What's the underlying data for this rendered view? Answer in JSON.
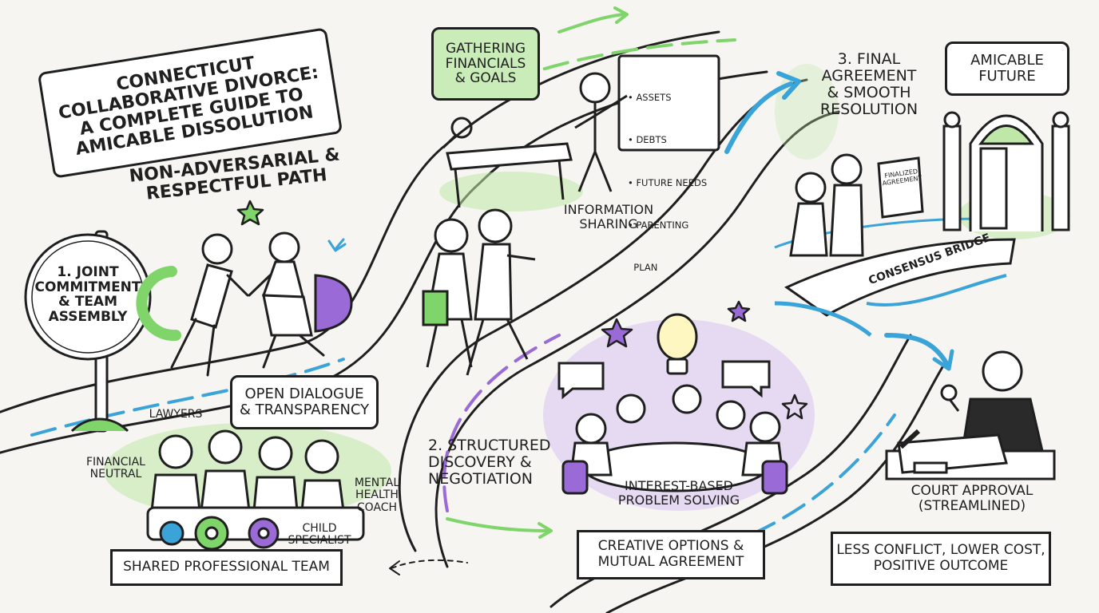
{
  "title_banner": {
    "lines": [
      "CONNECTICUT",
      "COLLABORATIVE DIVORCE:",
      "A COMPLETE GUIDE TO",
      "AMICABLE DISSOLUTION"
    ]
  },
  "subtitle": {
    "lines": [
      "NON-ADVERSARIAL &",
      "RESPECTFUL PATH"
    ]
  },
  "step1": {
    "sign_lines": [
      "1. JOINT",
      "COMMITMENT",
      "& TEAM",
      "ASSEMBLY"
    ],
    "letter_c": "C",
    "letter_d": "D"
  },
  "team": {
    "speech_lines": [
      "OPEN DIALOGUE",
      "& TRANSPARENCY"
    ],
    "lawyers": "LAWYERS",
    "financial_neutral": [
      "FINANCIAL",
      "NEUTRAL"
    ],
    "mental_health_coach": [
      "MENTAL",
      "HEALTH",
      "COACH"
    ],
    "child_specialist": [
      "CHILD",
      "SPECIALIST"
    ],
    "ribbon": "SHARED PROFESSIONAL TEAM"
  },
  "gathering": {
    "bubble_lines": [
      "GATHERING",
      "FINANCIALS",
      "& GOALS"
    ],
    "whiteboard_items": [
      "• ASSETS",
      "• DEBTS",
      "• FUTURE NEEDS",
      "• PARENTING",
      "  PLAN"
    ],
    "info_sharing": [
      "INFORMATION",
      "SHARING"
    ]
  },
  "step2": {
    "label_lines": [
      "2. STRUCTURED",
      "DISCOVERY &",
      "NEGOTIATION"
    ],
    "problem_solving": [
      "INTEREST-BASED",
      "PROBLEM SOLVING"
    ],
    "ribbon_lines": [
      "CREATIVE OPTIONS &",
      "MUTUAL AGREEMENT"
    ]
  },
  "step3": {
    "label_lines": [
      "3. FINAL",
      "AGREEMENT",
      "& SMOOTH",
      "RESOLUTION"
    ],
    "amicable_future": [
      "AMICABLE",
      "FUTURE"
    ],
    "document_lines": [
      "FINALIZED",
      "AGREEMENT"
    ],
    "bridge_label": "CONSENSUS BRIDGE"
  },
  "court": {
    "label_lines": [
      "COURT APPROVAL",
      "(STREAMLINED)"
    ],
    "ribbon_lines": [
      "LESS CONFLICT, LOWER COST,",
      "POSITIVE OUTCOME"
    ]
  },
  "colors": {
    "green": "#7fd46a",
    "purple": "#9a6bd6",
    "blue": "#3aa3d8",
    "ink": "#1f1f1f"
  }
}
